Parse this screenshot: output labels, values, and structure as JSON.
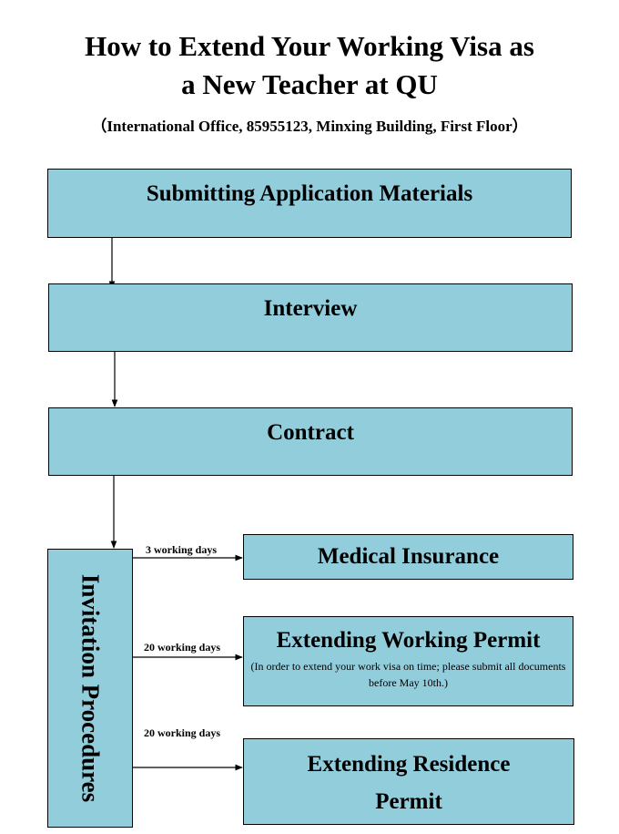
{
  "title": {
    "line1": "How to Extend Your Working Visa as",
    "line2": "a New Teacher at QU"
  },
  "subtitle": "（International Office, 85955123, Minxing Building, First Floor）",
  "steps": [
    {
      "label": "Submitting Application Materials"
    },
    {
      "label": "Interview"
    },
    {
      "label": "Contract"
    }
  ],
  "invitation": {
    "label": "Invitation Procedures"
  },
  "branches": [
    {
      "days": "3 working days",
      "label": "Medical Insurance"
    },
    {
      "days": "20 working days",
      "label": "Extending Working Permit",
      "note": "(In order to extend your work visa on time; please submit all documents before May 10th.)"
    },
    {
      "days": "20 working days",
      "label": "Extending Residence Permit"
    }
  ],
  "colors": {
    "box_fill": "#92cddc",
    "stroke": "#000000"
  }
}
